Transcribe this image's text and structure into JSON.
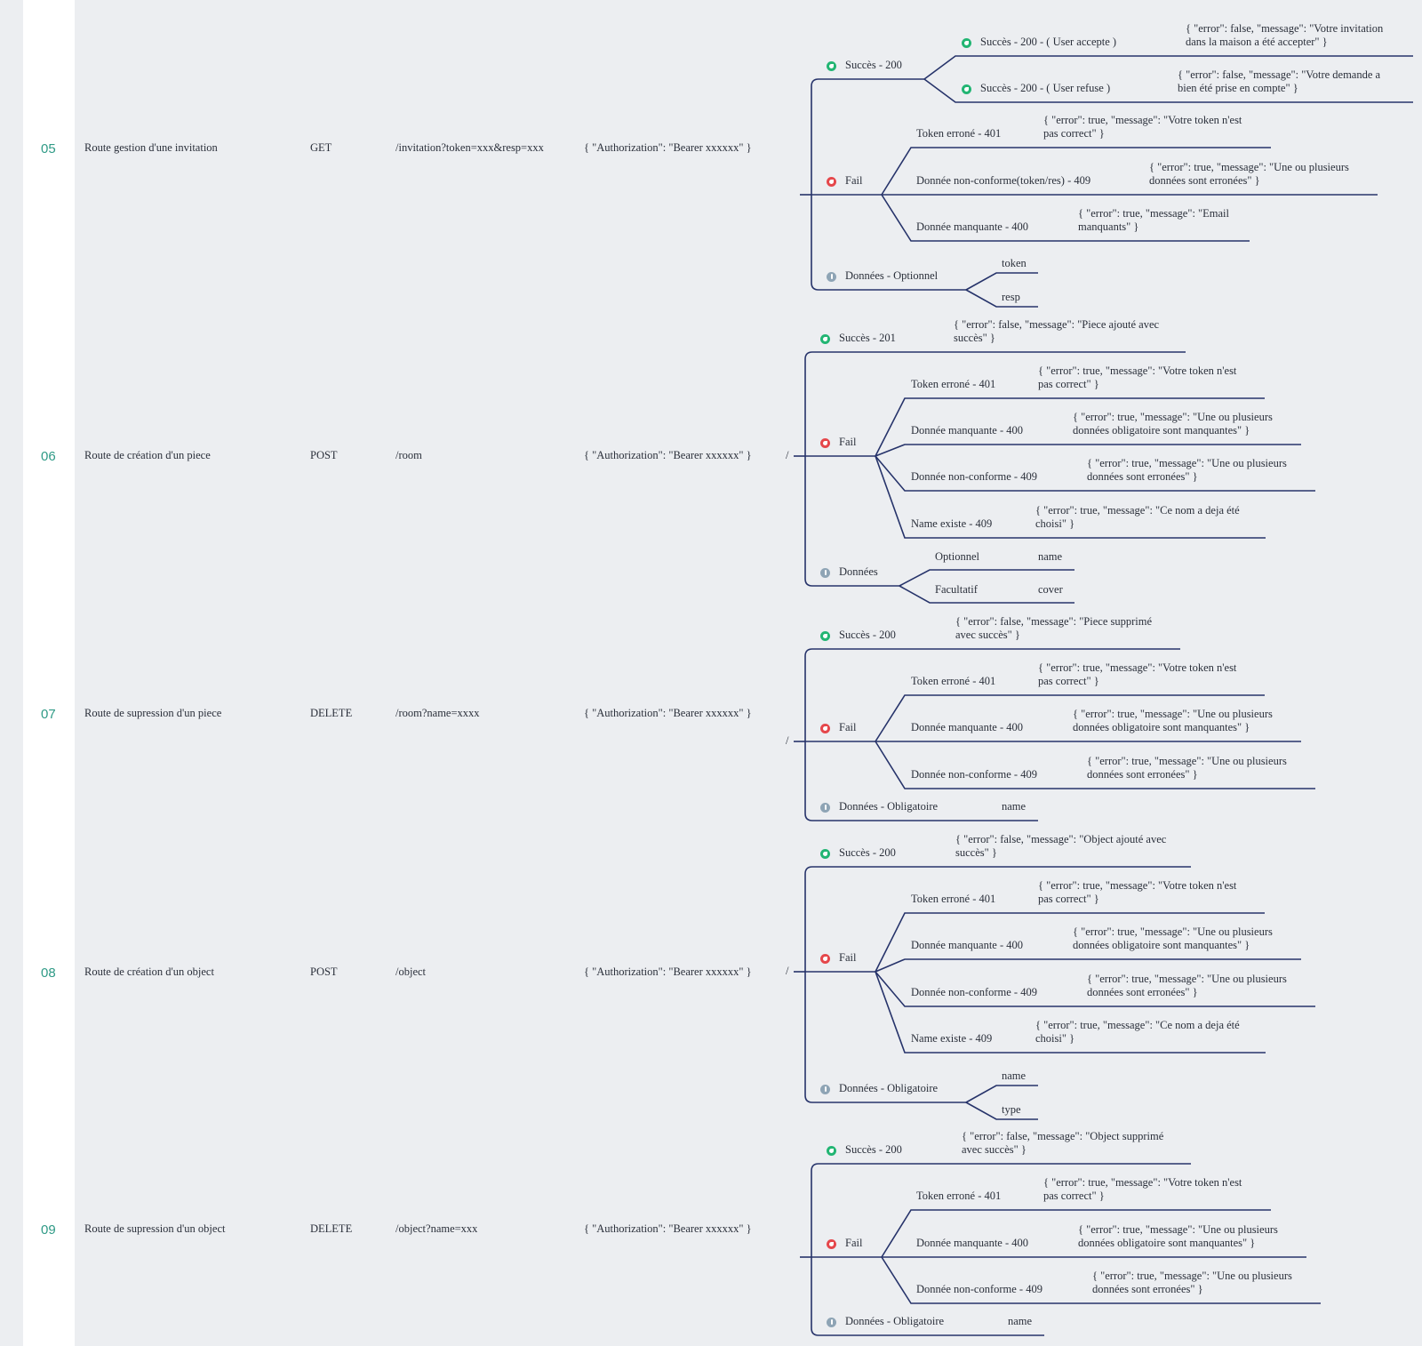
{
  "colors": {
    "line": "#26336a",
    "success": "#22b573",
    "fail": "#e5474b",
    "info": "#8ea4b5",
    "route_number": "#2f9a86"
  },
  "icons": {
    "success": "green-flag-icon",
    "fail": "red-flag-icon",
    "info": "info-icon"
  },
  "msg": {
    "token": [
      "{ \"error\": true, \"message\": \"Votre token n'est",
      "pas correct\" }"
    ],
    "missing_oblig": [
      "{ \"error\": true, \"message\": \"Une ou plusieurs",
      "données obligatoire sont manquantes\" }"
    ],
    "erroneous": [
      "{ \"error\": true, \"message\": \"Une ou plusieurs",
      "données sont erronées\" }"
    ],
    "name_exists": [
      "{ \"error\": true, \"message\": \"Ce nom a deja été",
      "choisi\" }"
    ]
  },
  "routes": [
    {
      "num": "05",
      "desc": "Route gestion d'une invitation",
      "method": "GET",
      "path": "/invitation?token=xxx&resp=xxx",
      "header": "{ \"Authorization\": \"Bearer xxxxxx\" }",
      "slash": "",
      "success": {
        "label": "Succès - 200",
        "children": [
          {
            "label": "Succès - 200 - ( User accepte )",
            "msg": [
              "{ \"error\": false, \"message\": \"Votre invitation",
              "dans la maison a été accepter\" }"
            ]
          },
          {
            "label": "Succès - 200 - ( User refuse )",
            "msg": [
              "{ \"error\": false, \"message\": \"Votre demande a",
              "bien été prise en compte\" }"
            ]
          }
        ]
      },
      "fail": {
        "label": "Fail",
        "children": [
          {
            "label": "Token erroné - 401",
            "msg": [
              "{ \"error\": true, \"message\": \"Votre token n'est",
              "pas correct\" }"
            ]
          },
          {
            "label": "Donnée non-conforme(token/res) - 409",
            "msg": [
              "{ \"error\": true, \"message\": \"Une ou plusieurs",
              "données sont erronées\" }"
            ]
          },
          {
            "label": "Donnée manquante - 400",
            "msg": [
              "{ \"error\": true, \"message\": \"Email",
              "manquants\" }"
            ]
          }
        ]
      },
      "data": {
        "label": "Données - Optionnel",
        "items": [
          "token",
          "resp"
        ]
      }
    },
    {
      "num": "06",
      "desc": "Route de création d'un piece",
      "method": "POST",
      "path": "/room",
      "header": "{ \"Authorization\": \"Bearer xxxxxx\" }",
      "slash": "/",
      "success": {
        "label": "Succès - 201",
        "msg": [
          "{ \"error\": false, \"message\": \"Piece ajouté avec",
          "succès\" }"
        ]
      },
      "fail": {
        "label": "Fail",
        "children": [
          {
            "label": "Token erroné - 401",
            "msg": [
              "{ \"error\": true, \"message\": \"Votre token n'est",
              "pas correct\" }"
            ]
          },
          {
            "label": "Donnée manquante - 400",
            "msg": [
              "{ \"error\": true, \"message\": \"Une ou plusieurs",
              "données obligatoire sont manquantes\" }"
            ]
          },
          {
            "label": "Donnée non-conforme - 409",
            "msg": [
              "{ \"error\": true, \"message\": \"Une ou plusieurs",
              "données sont erronées\" }"
            ]
          },
          {
            "label": "Name existe - 409",
            "msg": [
              "{ \"error\": true, \"message\": \"Ce nom a deja été",
              "choisi\" }"
            ]
          }
        ]
      },
      "data": {
        "label": "Données",
        "groups": [
          {
            "label": "Optionnel",
            "value": "name"
          },
          {
            "label": "Facultatif",
            "value": "cover"
          }
        ]
      }
    },
    {
      "num": "07",
      "desc": "Route de supression d'un piece",
      "method": "DELETE",
      "path": "/room?name=xxxx",
      "header": "{ \"Authorization\": \"Bearer xxxxxx\" }",
      "slash": "/",
      "success": {
        "label": "Succès - 200",
        "msg": [
          "{ \"error\": false, \"message\": \"Piece supprimé",
          "avec succès\" }"
        ]
      },
      "fail": {
        "label": "Fail",
        "children": [
          {
            "label": "Token erroné - 401",
            "msg": [
              "{ \"error\": true, \"message\": \"Votre token n'est",
              "pas correct\" }"
            ]
          },
          {
            "label": "Donnée manquante - 400",
            "msg": [
              "{ \"error\": true, \"message\": \"Une ou plusieurs",
              "données obligatoire sont manquantes\" }"
            ]
          },
          {
            "label": "Donnée non-conforme - 409",
            "msg": [
              "{ \"error\": true, \"message\": \"Une ou plusieurs",
              "données sont erronées\" }"
            ]
          }
        ]
      },
      "data": {
        "label": "Données - Obligatoire",
        "inline": "name"
      }
    },
    {
      "num": "08",
      "desc": "Route de création d'un object",
      "method": "POST",
      "path": "/object",
      "header": "{ \"Authorization\": \"Bearer xxxxxx\" }",
      "slash": "/",
      "success": {
        "label": "Succès - 200",
        "msg": [
          "{ \"error\": false, \"message\": \"Object ajouté avec",
          "succès\" }"
        ]
      },
      "fail": {
        "label": "Fail",
        "children": [
          {
            "label": "Token erroné - 401",
            "msg": [
              "{ \"error\": true, \"message\": \"Votre token n'est",
              "pas correct\" }"
            ]
          },
          {
            "label": "Donnée manquante - 400",
            "msg": [
              "{ \"error\": true, \"message\": \"Une ou plusieurs",
              "données obligatoire sont manquantes\" }"
            ]
          },
          {
            "label": "Donnée non-conforme - 409",
            "msg": [
              "{ \"error\": true, \"message\": \"Une ou plusieurs",
              "données sont erronées\" }"
            ]
          },
          {
            "label": "Name existe - 409",
            "msg": [
              "{ \"error\": true, \"message\": \"Ce nom a deja été",
              "choisi\" }"
            ]
          }
        ]
      },
      "data": {
        "label": "Données - Obligatoire",
        "items": [
          "name",
          "type"
        ]
      }
    },
    {
      "num": "09",
      "desc": "Route de supression d'un object",
      "method": "DELETE",
      "path": "/object?name=xxx",
      "header": "{ \"Authorization\": \"Bearer xxxxxx\" }",
      "slash": "",
      "success": {
        "label": "Succès - 200",
        "msg": [
          "{ \"error\": false, \"message\": \"Object supprimé",
          "avec succès\" }"
        ]
      },
      "fail": {
        "label": "Fail",
        "children": [
          {
            "label": "Token erroné - 401",
            "msg": [
              "{ \"error\": true, \"message\": \"Votre token n'est",
              "pas correct\" }"
            ]
          },
          {
            "label": "Donnée manquante - 400",
            "msg": [
              "{ \"error\": true, \"message\": \"Une ou plusieurs",
              "données obligatoire sont manquantes\" }"
            ]
          },
          {
            "label": "Donnée non-conforme - 409",
            "msg": [
              "{ \"error\": true, \"message\": \"Une ou plusieurs",
              "données sont erronées\" }"
            ]
          }
        ]
      },
      "data": {
        "label": "Données - Obligatoire",
        "inline": "name"
      }
    }
  ]
}
